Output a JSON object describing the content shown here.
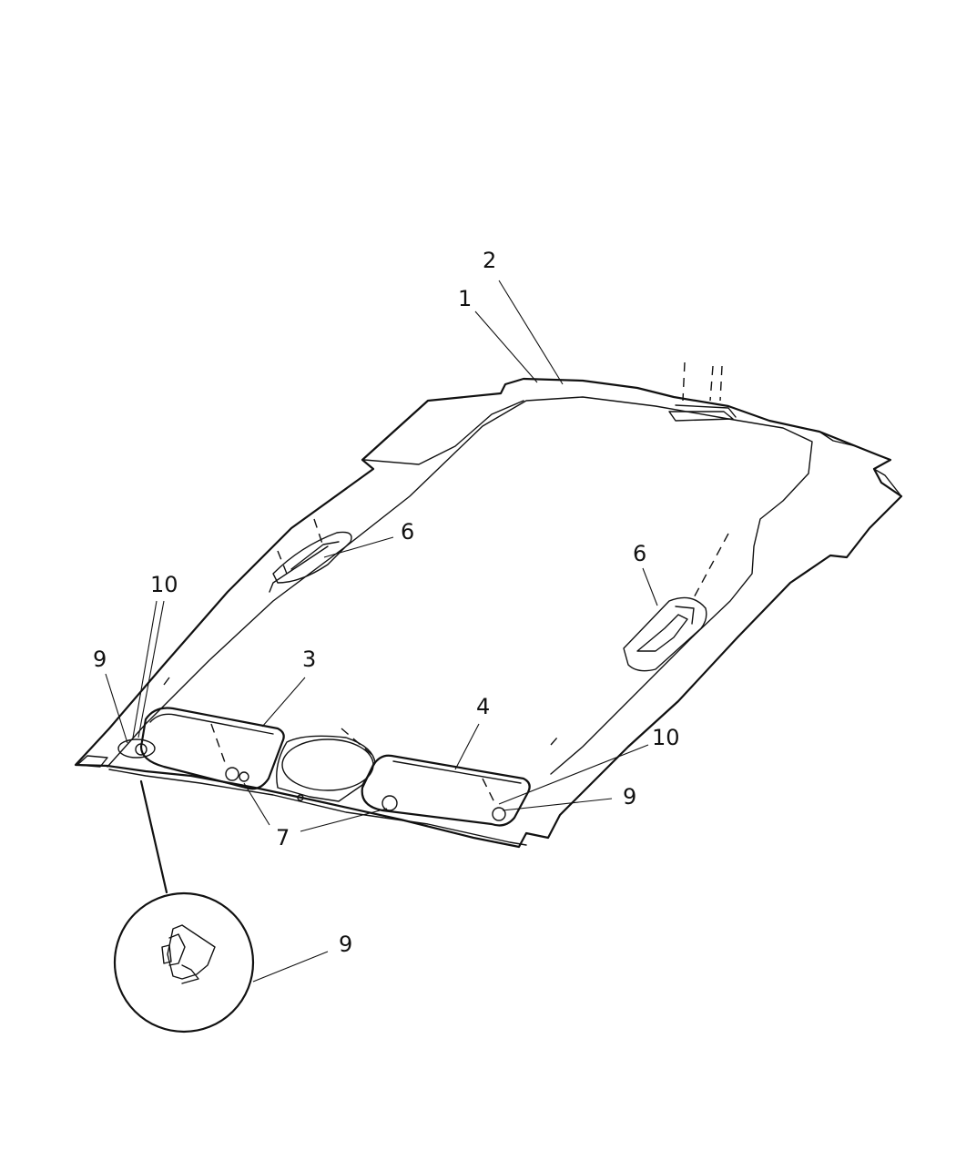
{
  "diagram": {
    "callouts": [
      {
        "id": "c1",
        "text": "1"
      },
      {
        "id": "c2",
        "text": "2"
      },
      {
        "id": "c3",
        "text": "3"
      },
      {
        "id": "c4",
        "text": "4"
      },
      {
        "id": "c6a",
        "text": "6"
      },
      {
        "id": "c6b",
        "text": "6"
      },
      {
        "id": "c7",
        "text": "7"
      },
      {
        "id": "c9a",
        "text": "9"
      },
      {
        "id": "c9b",
        "text": "9"
      },
      {
        "id": "c9c",
        "text": "9"
      },
      {
        "id": "c10a",
        "text": "10"
      },
      {
        "id": "c10b",
        "text": "10"
      }
    ]
  }
}
